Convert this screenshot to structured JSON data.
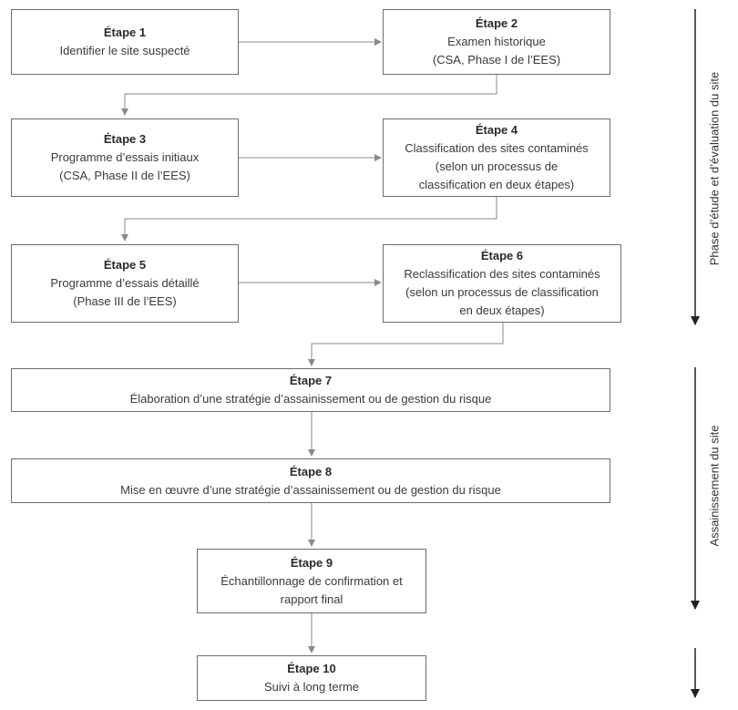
{
  "steps": [
    {
      "title": "Étape 1",
      "lines": [
        "Identifier le site suspecté"
      ]
    },
    {
      "title": "Étape 2",
      "lines": [
        "Examen historique",
        "(CSA, Phase I de l’EES)"
      ]
    },
    {
      "title": "Étape 3",
      "lines": [
        "Programme d’essais initiaux",
        "(CSA, Phase II de l’EES)"
      ]
    },
    {
      "title": "Étape 4",
      "lines": [
        "Classification des sites contaminés",
        "(selon un processus de",
        "classification en deux étapes)"
      ]
    },
    {
      "title": "Étape 5",
      "lines": [
        "Programme d’essais détaillé",
        "(Phase III de l’EES)"
      ]
    },
    {
      "title": "Étape 6",
      "lines": [
        "Reclassification des sites contaminés",
        "(selon un processus de classification",
        "en deux étapes)"
      ]
    },
    {
      "title": "Étape 7",
      "lines": [
        "Élaboration d’une stratégie d’assainissement ou de gestion du risque"
      ]
    },
    {
      "title": "Étape 8",
      "lines": [
        "Mise en œuvre d’une stratégie d’assainissement ou de gestion du risque"
      ]
    },
    {
      "title": "Étape 9",
      "lines": [
        "Échantillonnage de confirmation et",
        "rapport final"
      ]
    },
    {
      "title": "Étape 10",
      "lines": [
        "Suivi à long terme"
      ]
    }
  ],
  "phases": [
    {
      "label": "Phase d’étude et d’évaluation du site"
    },
    {
      "label": "Assainissement du site"
    }
  ],
  "colors": {
    "border": "#6d6d6d",
    "connector": "#8a8a8a",
    "phase_arrow": "#222222"
  }
}
